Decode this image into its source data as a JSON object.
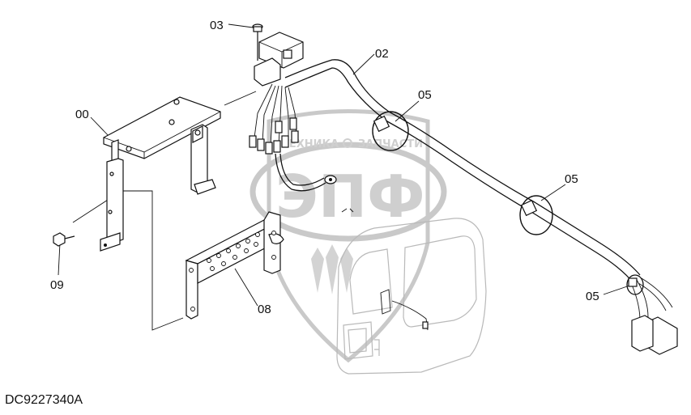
{
  "callouts": {
    "c00": "00",
    "c02": "02",
    "c03": "03",
    "c05a": "05",
    "c05b": "05",
    "c05c": "05",
    "c08": "08",
    "c09": "09"
  },
  "drawing_code": "DC9227340A",
  "watermark": {
    "top_text_left": "ТЕХНИКА",
    "top_text_right": "ЗАПЧАСТИ",
    "logo": "ЭПФ"
  }
}
